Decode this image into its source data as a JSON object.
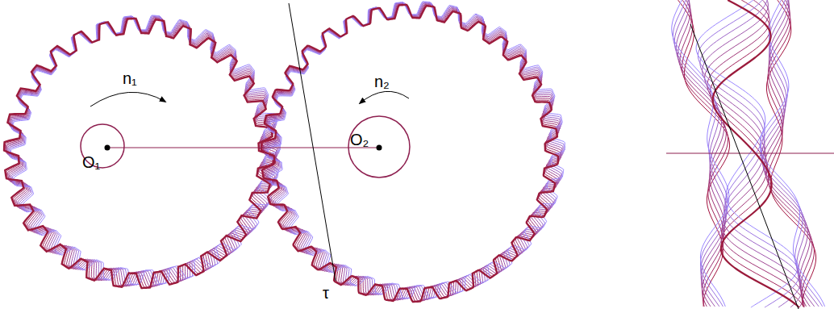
{
  "diagram": {
    "labels": [
      "n₁",
      "n₂",
      "O₁",
      "O₂",
      "τ"
    ]
  }
}
